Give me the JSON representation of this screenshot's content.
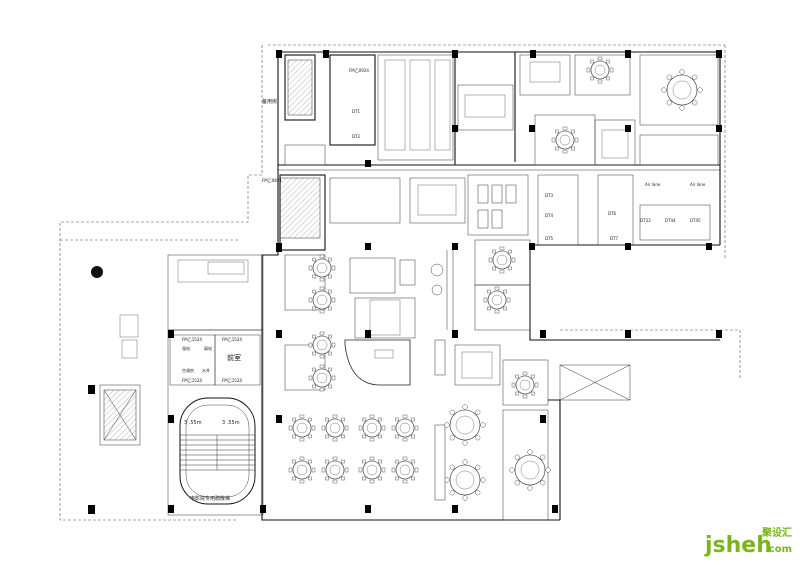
{
  "labels": {
    "service_room": "备用房",
    "front_room": "前室",
    "cinema_stair": "电影院专用疏散梯",
    "dt1": "DT1",
    "dt2": "DT2",
    "dt3": "DT3",
    "dt4": "DT4",
    "dt5": "DT5",
    "dt6": "DT6",
    "dt7": "DT7",
    "dt33": "DT33",
    "dt44": "DT44",
    "dt45": "DT45",
    "fm1": "FM乙1524",
    "fm2": "FM乙1524",
    "fm3": "FM乙1524",
    "fm4": "FM乙1524",
    "fm_kitchen": "FM乙0924",
    "fm_left": "FM乙0821",
    "dim_left": "3 .55m",
    "dim_right": "3 .55m",
    "ac_room": "空调房",
    "water_well": "水井",
    "elec_room": "强电",
    "weak_room": "弱电",
    "ac_label_1": "Air lane",
    "ac_label_2": "Air lane"
  },
  "watermark": {
    "brand": "jsheh",
    "suffix": ".com",
    "cn": "聚设汇",
    "color": "#7ab51d"
  }
}
